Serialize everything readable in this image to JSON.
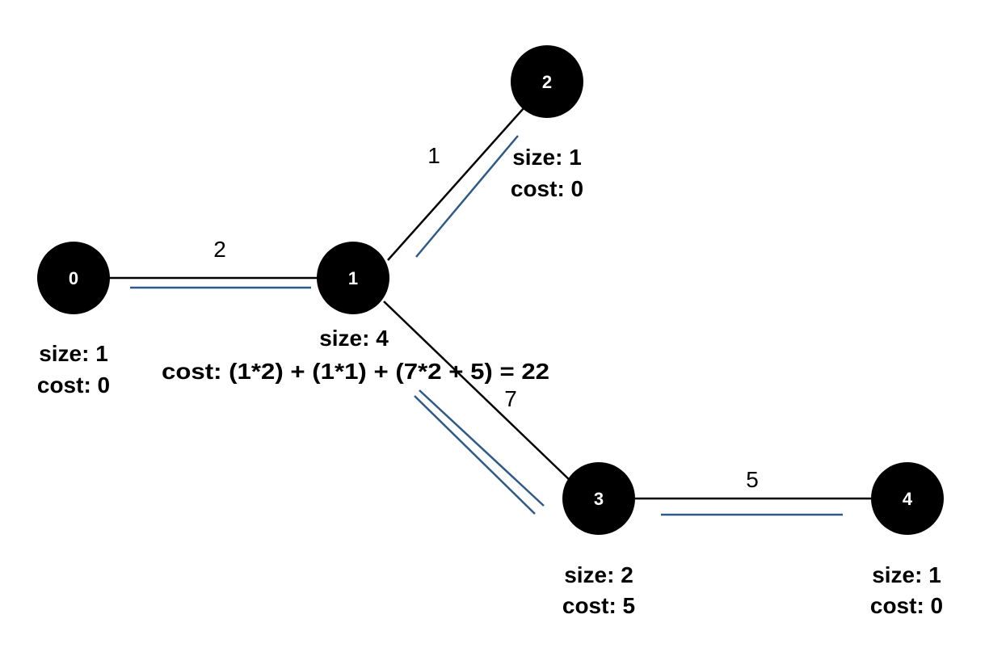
{
  "nodes": [
    {
      "id": "0",
      "label": "0",
      "size_text": "size: 1",
      "cost_text": "cost: 0"
    },
    {
      "id": "1",
      "label": "1",
      "size_text": "size: 4",
      "cost_text": "cost: (1*2) + (1*1) + (7*2 + 5) = 22"
    },
    {
      "id": "2",
      "label": "2",
      "size_text": "size: 1",
      "cost_text": "cost: 0"
    },
    {
      "id": "3",
      "label": "3",
      "size_text": "size: 2",
      "cost_text": "cost: 5"
    },
    {
      "id": "4",
      "label": "4",
      "size_text": "size: 1",
      "cost_text": "cost: 0"
    }
  ],
  "edges": [
    {
      "from": "0",
      "to": "1",
      "weight": "2"
    },
    {
      "from": "1",
      "to": "2",
      "weight": "1"
    },
    {
      "from": "1",
      "to": "3",
      "weight": "7"
    },
    {
      "from": "3",
      "to": "4",
      "weight": "5"
    }
  ],
  "colors": {
    "node_fill": "#000000",
    "node_text": "#ffffff",
    "edge": "#000000",
    "flow_marker": "#2f5a87"
  }
}
